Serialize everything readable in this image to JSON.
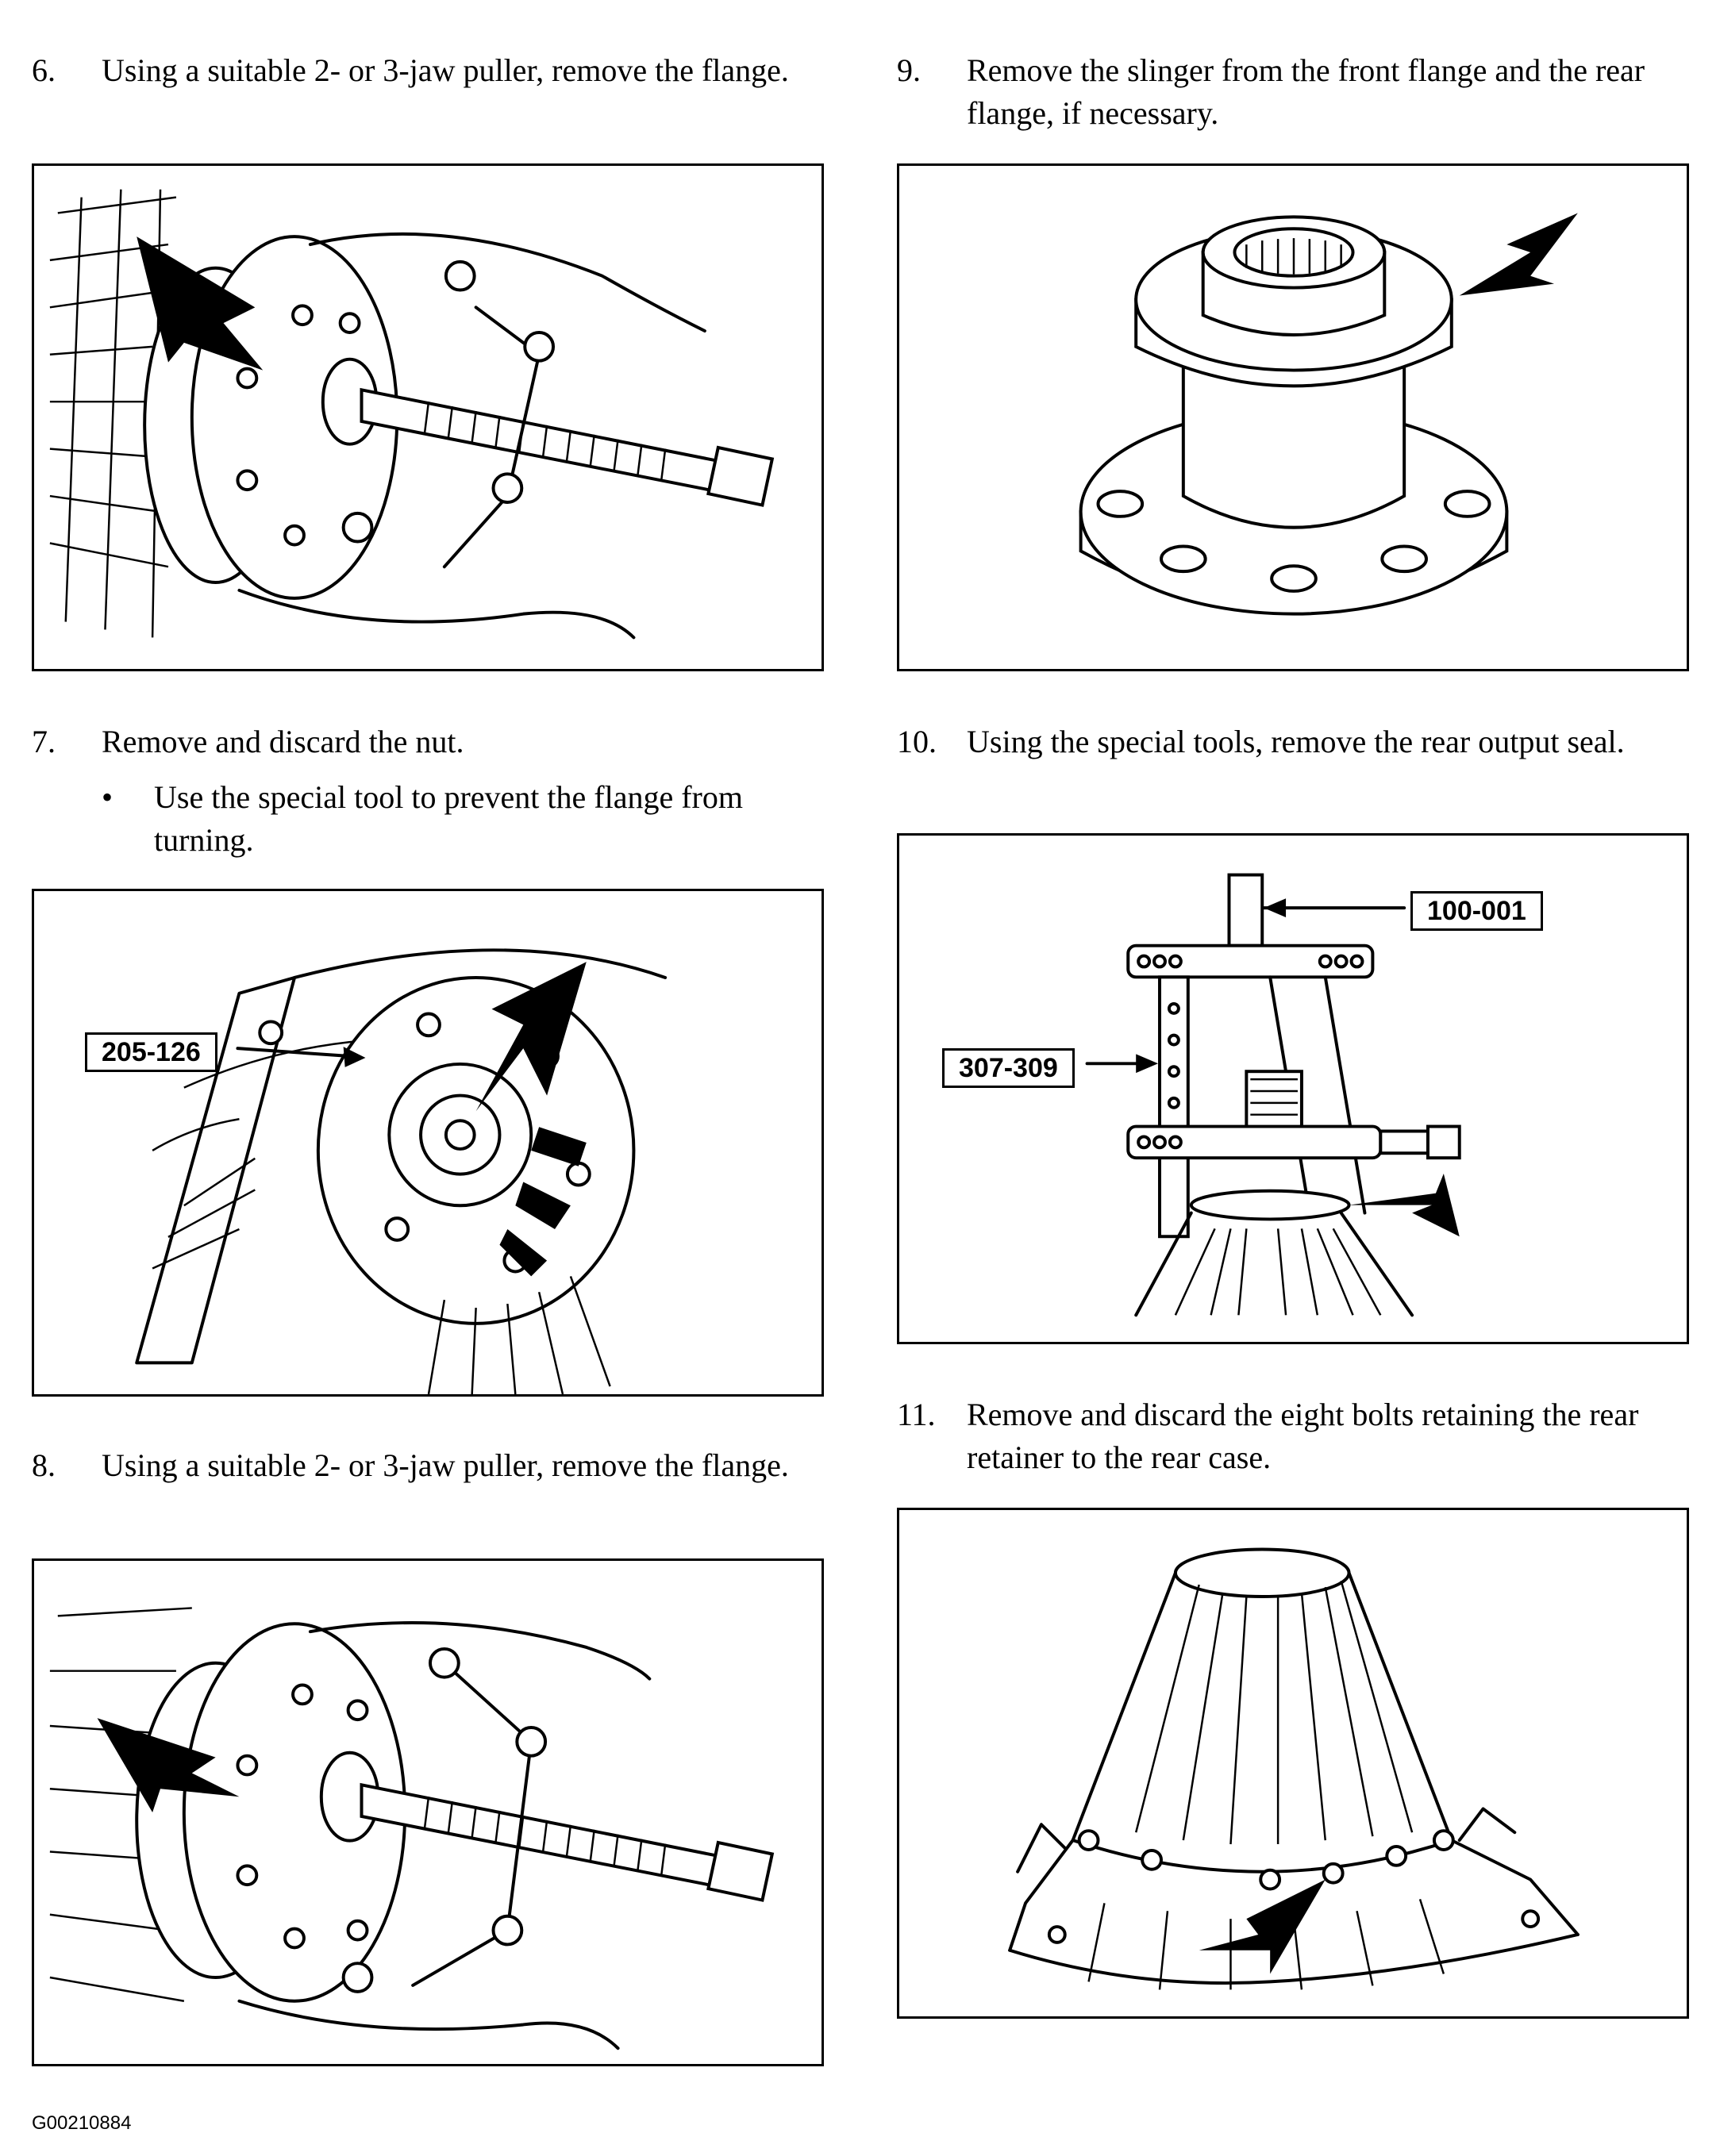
{
  "steps": [
    {
      "num": "6.",
      "text": "Using a suitable 2- or 3-jaw puller, remove the flange."
    },
    {
      "num": "7.",
      "text": "Remove and discard the nut.",
      "bullet": "Use the special tool to prevent the flange from turning."
    },
    {
      "num": "8.",
      "text": "Using a suitable 2- or 3-jaw puller, remove the flange."
    },
    {
      "num": "9.",
      "text": "Remove the slinger from the front flange and the rear flange, if necessary."
    },
    {
      "num": "10.",
      "text": "Using the special tools, remove the rear output seal."
    },
    {
      "num": "11.",
      "text": "Remove and discard the eight bolts retaining the rear retainer to the rear case."
    }
  ],
  "bullet_symbol": "•",
  "callouts": {
    "step7_tool": "205-126",
    "step10_tool_top": "100-001",
    "step10_tool_side": "307-309"
  },
  "figure_code": "G00210884"
}
